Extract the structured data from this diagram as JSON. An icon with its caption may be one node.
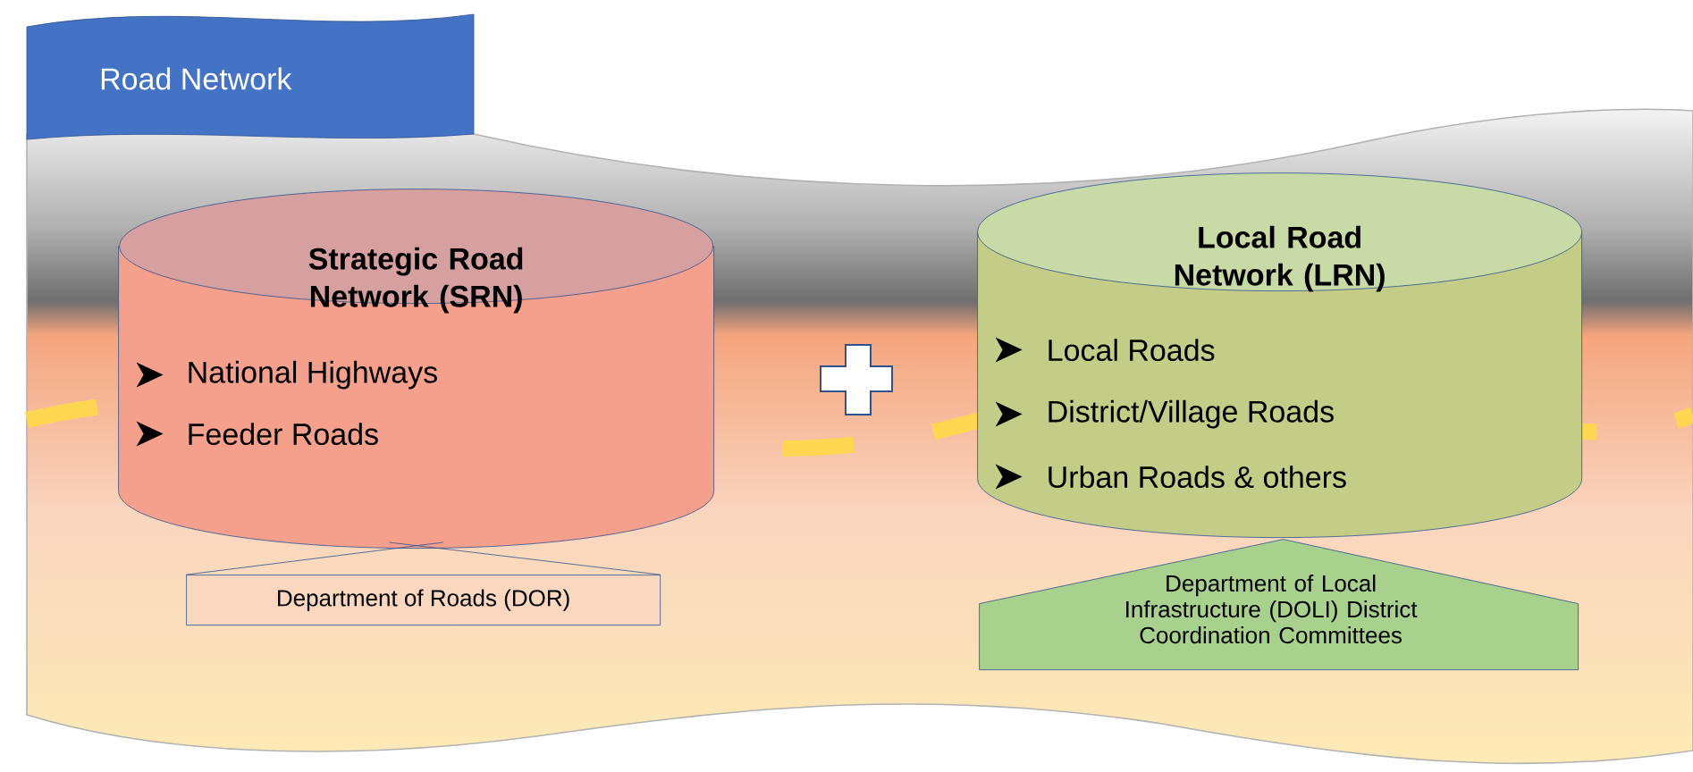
{
  "diagram": {
    "nodes": [
      {
        "text": [
          "Road Network"
        ]
      },
      {
        "text": [
          "Strategic Road Network (SRN)",
          "National Highways",
          "Feeder Roads"
        ],
        "in": 0
      },
      {
        "text": [
          "Local Road Network (LRN)",
          "Local Roads",
          "District/Village Roads",
          "Urban Roads & others"
        ],
        "in": 0
      },
      {
        "text": [
          "Department of Roads (DOR)"
        ],
        "in": 0
      },
      {
        "text": [
          "Department of Local Infrastructure (DOLI) District Coordination Committees"
        ],
        "in": 0
      }
    ],
    "edges": [
      {
        "from": 1,
        "to": 3,
        "arrow": "none"
      }
    ]
  }
}
